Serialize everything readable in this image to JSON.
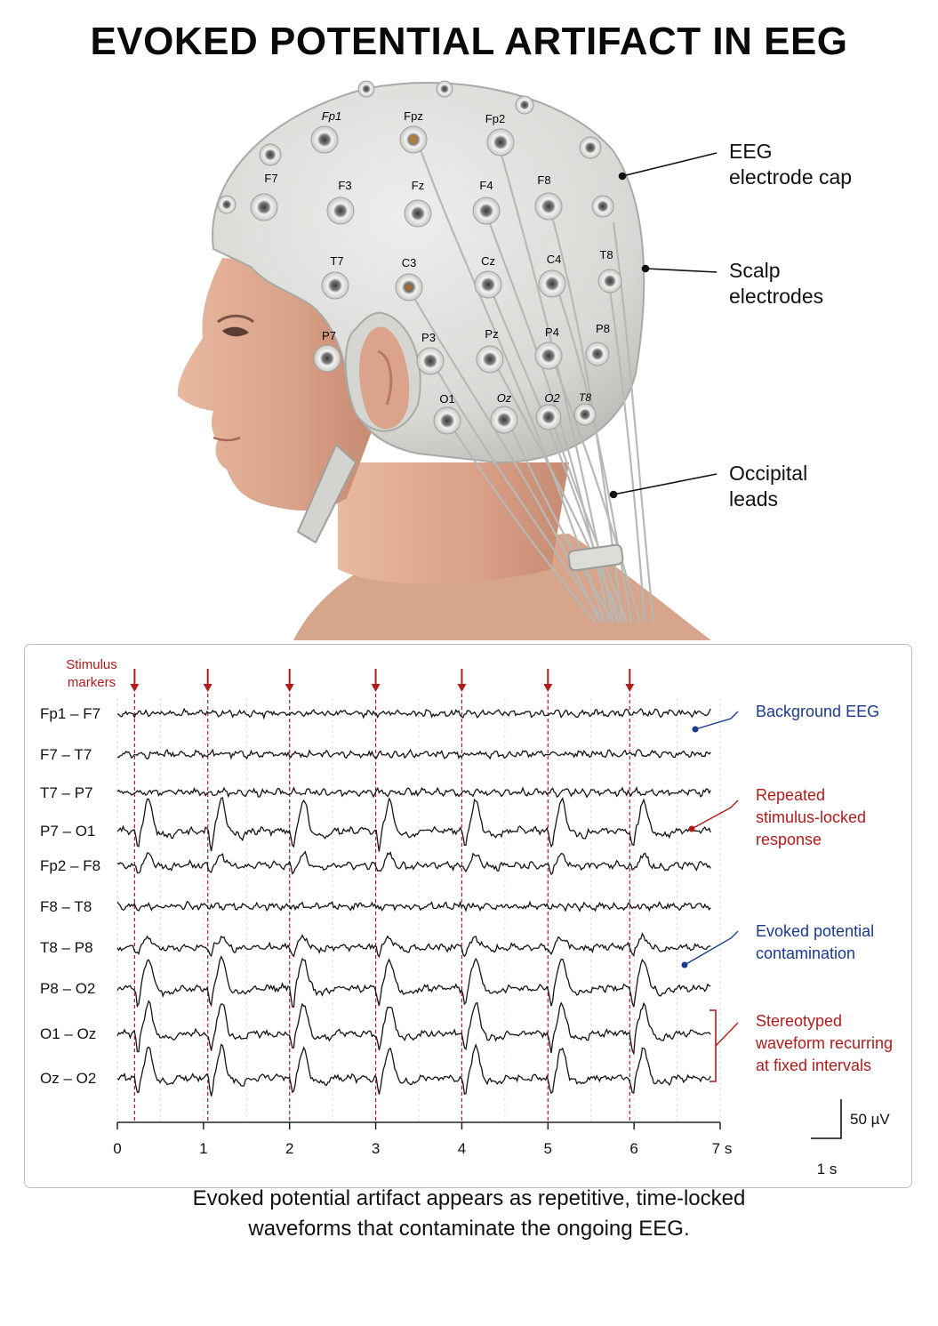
{
  "title": "EVOKED POTENTIAL ARTIFACT IN EEG",
  "head_callouts": [
    {
      "line1": "EEG",
      "line2": "electrode cap"
    },
    {
      "line1": "Scalp",
      "line2": "electrodes"
    },
    {
      "line1": "Occipital",
      "line2": "leads"
    }
  ],
  "electrodes": [
    "Fp1",
    "Fpz",
    "Fp2",
    "F7",
    "F3",
    "Fz",
    "F4",
    "F8",
    "T7",
    "C3",
    "Cz",
    "C4",
    "T8",
    "P7",
    "P3",
    "Pz",
    "P4",
    "P8",
    "O1",
    "Oz",
    "O2",
    "T8"
  ],
  "eeg": {
    "stimulus_label_line1": "Stimulus",
    "stimulus_label_line2": "markers",
    "stimulus_times_s": [
      0.2,
      1.05,
      2.0,
      3.0,
      4.0,
      5.0,
      5.95
    ],
    "channels": [
      {
        "name": "Fp1 – F7",
        "evoked": "none"
      },
      {
        "name": "F7 – T7",
        "evoked": "none"
      },
      {
        "name": "T7 – P7",
        "evoked": "none"
      },
      {
        "name": "P7 – O1",
        "evoked": "strong"
      },
      {
        "name": "Fp2 – F8",
        "evoked": "weak"
      },
      {
        "name": "F8 – T8",
        "evoked": "none"
      },
      {
        "name": "T8 – P8",
        "evoked": "weak"
      },
      {
        "name": "P8 – O2",
        "evoked": "strong"
      },
      {
        "name": "O1 – Oz",
        "evoked": "strong"
      },
      {
        "name": "Oz – O2",
        "evoked": "strong"
      }
    ],
    "x_ticks": [
      "0",
      "1",
      "2",
      "3",
      "4",
      "5",
      "6",
      "7 s"
    ],
    "x_range_s": [
      0,
      7
    ],
    "annotations": [
      {
        "text": [
          "Background EEG"
        ],
        "color": "#1a3a8c"
      },
      {
        "text": [
          "Repeated",
          "stimulus-locked",
          "response"
        ],
        "color": "#b01c1c"
      },
      {
        "text": [
          "Evoked potential",
          "contamination"
        ],
        "color": "#1a3a8c"
      },
      {
        "text": [
          "Stereotyped",
          "waveform recurring",
          "at fixed intervals"
        ],
        "color": "#b01c1c"
      }
    ],
    "scale_amplitude": "50 µV",
    "scale_time": "1 s",
    "colors": {
      "trace": "#151515",
      "marker": "#b01c1c",
      "blue": "#1a3a8c"
    }
  },
  "caption_line1": "Evoked potential artifact appears as repetitive, time-locked",
  "caption_line2": "waveforms that contaminate the ongoing EEG."
}
